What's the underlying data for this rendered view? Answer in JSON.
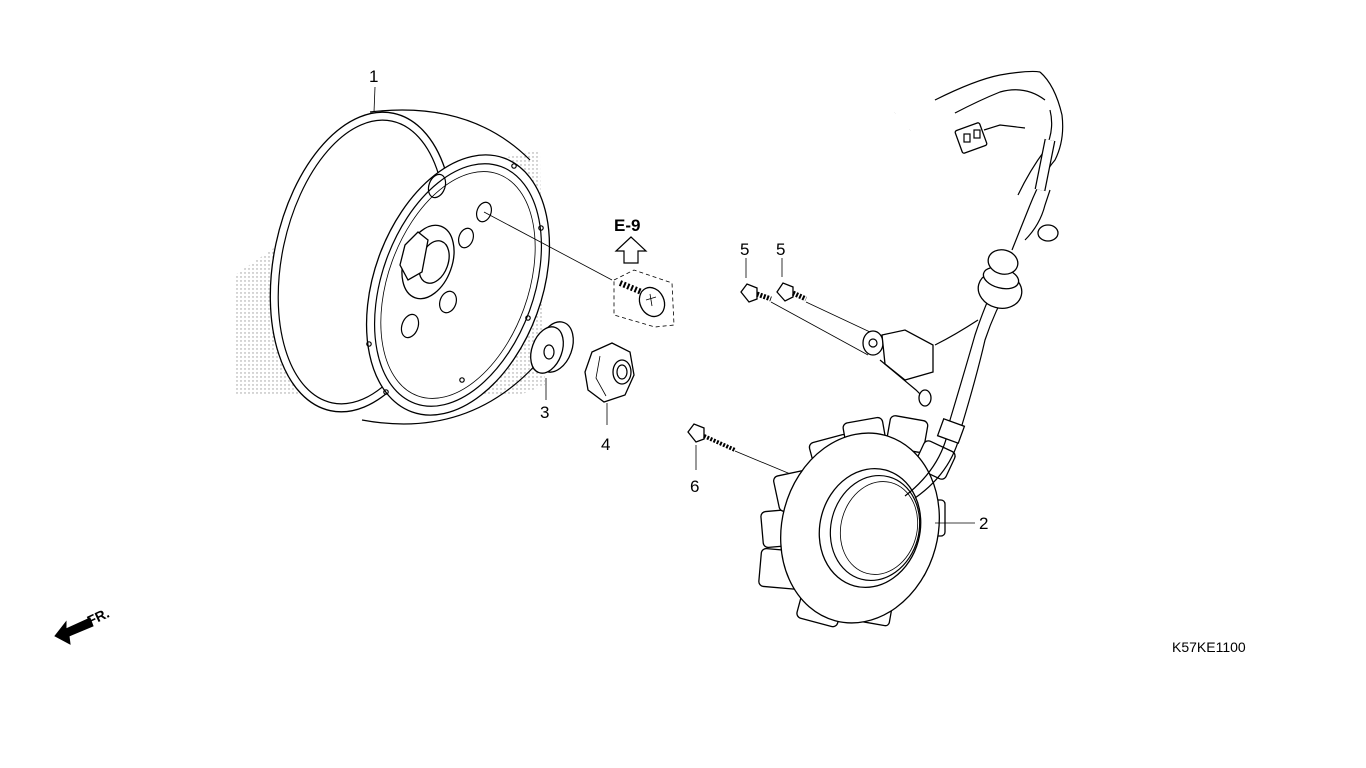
{
  "diagram": {
    "reference_code": "K57KE1100",
    "section_ref": "E-9",
    "front_marker": "FR.",
    "callouts": {
      "flywheel": "1",
      "stator": "2",
      "washer": "3",
      "nut": "4",
      "bolt_a": "5",
      "bolt_b": "5",
      "stator_bolt": "6"
    }
  }
}
